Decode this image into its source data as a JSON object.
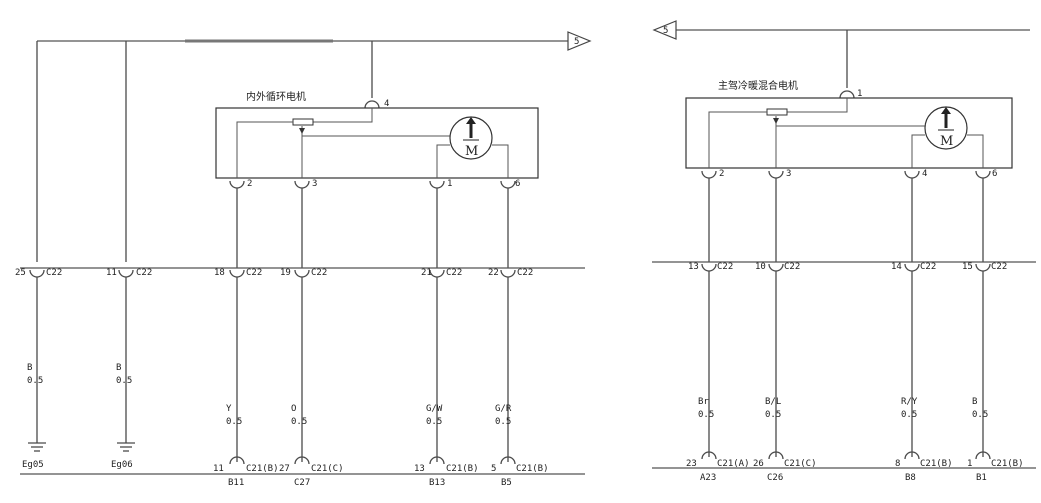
{
  "left": {
    "title": "内外循环电机",
    "arrow_label": "5",
    "power_pin": "4",
    "motor_label": "M",
    "motor_pins": [
      "2",
      "3",
      "1",
      "6"
    ],
    "bus_connectors": [
      {
        "pin": "25",
        "conn": "C22"
      },
      {
        "pin": "11",
        "conn": "C22"
      },
      {
        "pin": "18",
        "conn": "C22"
      },
      {
        "pin": "19",
        "conn": "C22"
      },
      {
        "pin": "21",
        "conn": "C22"
      },
      {
        "pin": "22",
        "conn": "C22"
      }
    ],
    "wires": [
      {
        "color": "B",
        "size": "0.5"
      },
      {
        "color": "B",
        "size": "0.5"
      },
      {
        "color": "Y",
        "size": "0.5"
      },
      {
        "color": "O",
        "size": "0.5"
      },
      {
        "color": "G/W",
        "size": "0.5"
      },
      {
        "color": "G/R",
        "size": "0.5"
      }
    ],
    "grounds": [
      "Eg05",
      "Eg06"
    ],
    "bottom_connectors": [
      {
        "pin": "11",
        "conn": "C21(B)",
        "node": "B11"
      },
      {
        "pin": "27",
        "conn": "C21(C)",
        "node": "C27"
      },
      {
        "pin": "13",
        "conn": "C21(B)",
        "node": "B13"
      },
      {
        "pin": "5",
        "conn": "C21(B)",
        "node": "B5"
      }
    ]
  },
  "right": {
    "title": "主驾冷暖混合电机",
    "arrow_label": "5",
    "power_pin": "1",
    "motor_label": "M",
    "motor_pins": [
      "2",
      "3",
      "4",
      "6"
    ],
    "bus_connectors": [
      {
        "pin": "13",
        "conn": "C22"
      },
      {
        "pin": "10",
        "conn": "C22"
      },
      {
        "pin": "14",
        "conn": "C22"
      },
      {
        "pin": "15",
        "conn": "C22"
      }
    ],
    "wires": [
      {
        "color": "Br",
        "size": "0.5"
      },
      {
        "color": "B/L",
        "size": "0.5"
      },
      {
        "color": "R/Y",
        "size": "0.5"
      },
      {
        "color": "B",
        "size": "0.5"
      }
    ],
    "bottom_connectors": [
      {
        "pin": "23",
        "conn": "C21(A)",
        "node": "A23"
      },
      {
        "pin": "26",
        "conn": "C21(C)",
        "node": "C26"
      },
      {
        "pin": "8",
        "conn": "C21(B)",
        "node": "B8"
      },
      {
        "pin": "1",
        "conn": "C21(B)",
        "node": "B1"
      }
    ]
  }
}
